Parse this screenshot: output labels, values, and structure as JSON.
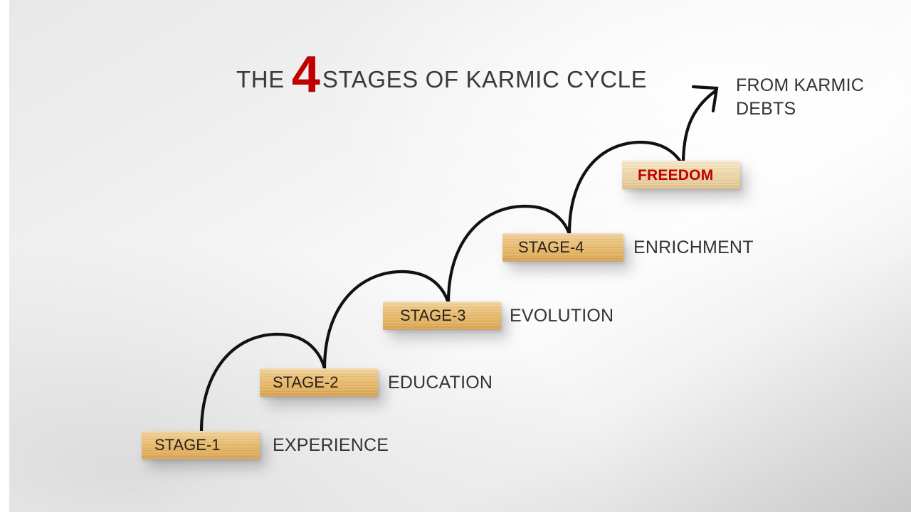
{
  "title": {
    "prefix": "THE",
    "number": "4",
    "suffix": "STAGES OF KARMIC CYCLE",
    "number_color": "#C00000",
    "text_color": "#3A3A3A"
  },
  "outcome": {
    "line1": "FROM KARMIC",
    "line2": "DEBTS"
  },
  "diagram": {
    "type": "ascending-steps",
    "description_color": "#333333",
    "block_color": "#E6B765",
    "freedom_block_color": "#E9D2A2",
    "arrow_color": "#111111",
    "steps": [
      {
        "block_label": "STAGE-1",
        "description": "EXPERIENCE"
      },
      {
        "block_label": "STAGE-2",
        "description": "EDUCATION"
      },
      {
        "block_label": "STAGE-3",
        "description": "EVOLUTION"
      },
      {
        "block_label": "STAGE-4",
        "description": "ENRICHMENT"
      },
      {
        "block_label": "FREEDOM",
        "description": ""
      }
    ]
  }
}
